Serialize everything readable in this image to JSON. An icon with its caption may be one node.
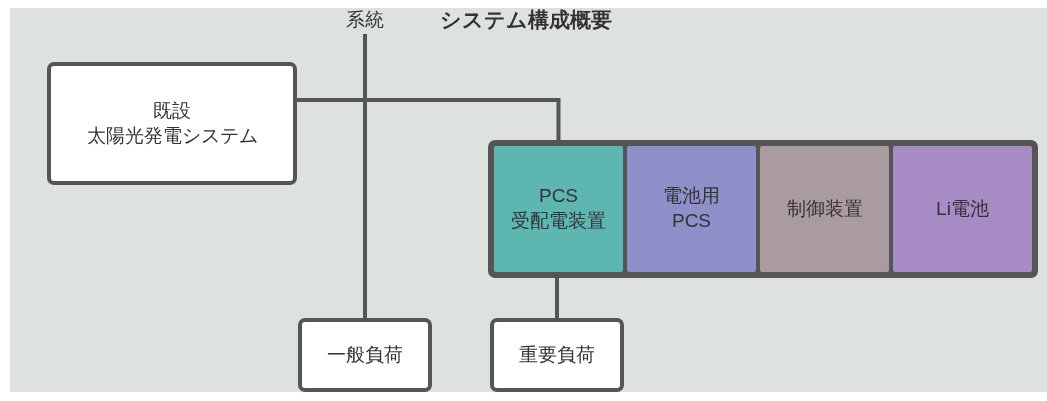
{
  "diagram": {
    "title": "システム構成概要",
    "nodes": [
      {
        "text": [
          "系統"
        ]
      },
      {
        "text": [
          "既設太陽光発電システム"
        ]
      },
      {
        "text": [],
        "shape": "box"
      },
      {
        "text": [
          "PCS受配電装置"
        ],
        "in": 2
      },
      {
        "text": [
          "電池用PCS"
        ],
        "in": 2
      },
      {
        "text": [
          "制御装置"
        ],
        "in": 2
      },
      {
        "text": [
          "Li電池"
        ],
        "in": 2
      },
      {
        "text": [
          "一般負荷"
        ]
      },
      {
        "text": [
          "重要負荷"
        ]
      }
    ],
    "edges": [
      {
        "from": 0,
        "to": 7,
        "arrow": "none"
      },
      {
        "from": 1,
        "to": 3,
        "arrow": "none"
      },
      {
        "from": 3,
        "to": 8,
        "arrow": "none"
      }
    ]
  }
}
